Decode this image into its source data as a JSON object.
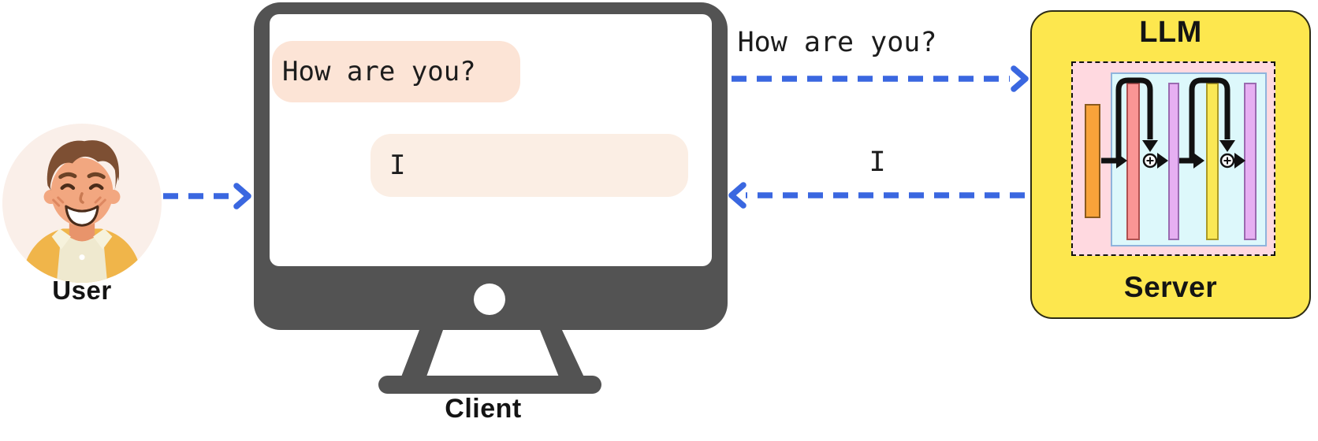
{
  "user": {
    "label": "User"
  },
  "client": {
    "label": "Client",
    "bubble_request": "How are you?",
    "bubble_response": "I"
  },
  "flows": {
    "request_label": "How are you?",
    "response_label": "I"
  },
  "server": {
    "title": "LLM",
    "label": "Server"
  },
  "colors": {
    "arrow_blue": "#3A67E0",
    "monitor_gray": "#535353",
    "bubble_request_bg": "#FCE4D6",
    "bubble_response_bg": "#FBEEE4",
    "server_yellow": "#FDE74E",
    "panel_pink": "#FFD9E0",
    "inner_cyan": "#DDF8FB",
    "bar_orange": "#F8A33A",
    "bar_salmon": "#FA9595",
    "bar_purple": "#E6AFF2",
    "bar_yellow": "#FAE855",
    "avatar_bg": "#FAEFE9",
    "flow_black": "#111111"
  },
  "icons": {
    "user_avatar": "smiling-man-illustration",
    "client_monitor": "desktop-monitor",
    "request_arrow": "dashed-arrow-right",
    "response_arrow": "dashed-arrow-left",
    "residual_add": "plus-circle",
    "skip_connection": "over-the-top-arc-arrow"
  }
}
